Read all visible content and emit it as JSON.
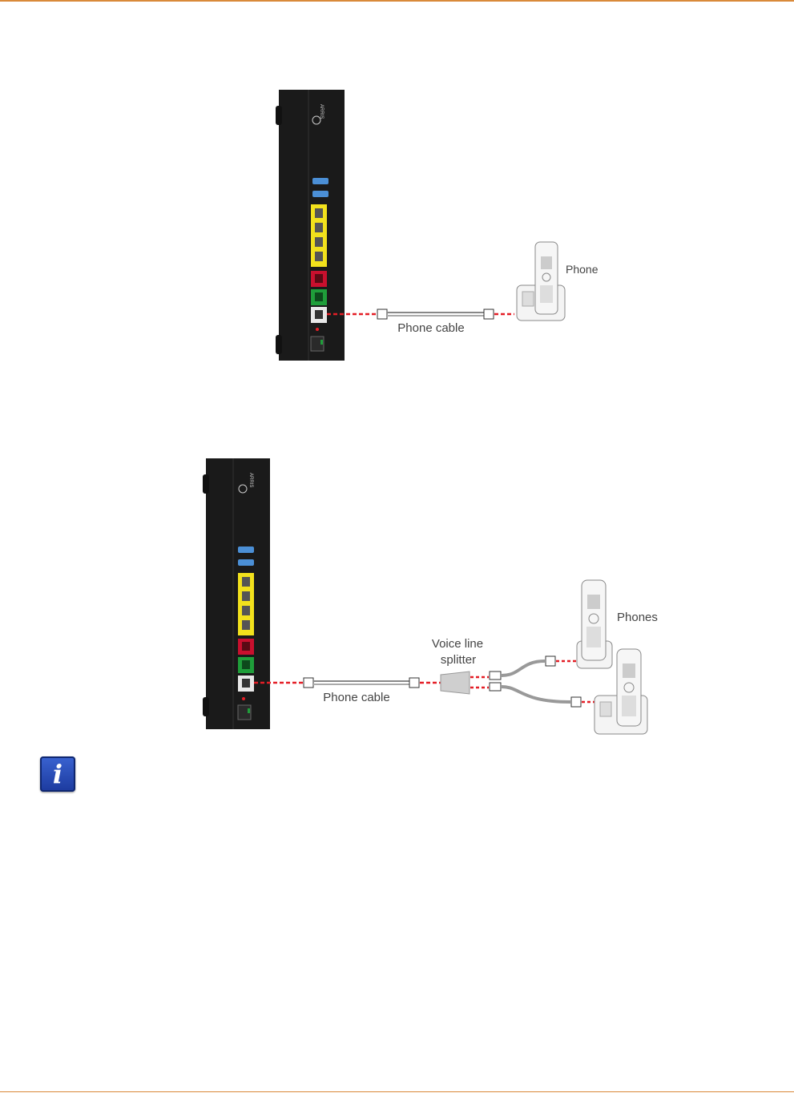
{
  "figure1": {
    "phone_label": "Phone",
    "cable_label": "Phone cable"
  },
  "figure2": {
    "phones_label": "Phones",
    "splitter_label_line1": "Voice line",
    "splitter_label_line2": "splitter",
    "cable_label": "Phone cable"
  },
  "modem": {
    "brand": "ARRIS"
  },
  "info_icon": {
    "glyph": "i",
    "icon_name": "info-icon"
  },
  "colors": {
    "rule": "#d98a3a",
    "ethernet": "#f2e11c",
    "voip": "#c8102e",
    "broadband": "#1f9e3a",
    "phone_port": "#e8e8e8",
    "usb": "#4b8fd6",
    "cable_dash": "#e41e26"
  }
}
